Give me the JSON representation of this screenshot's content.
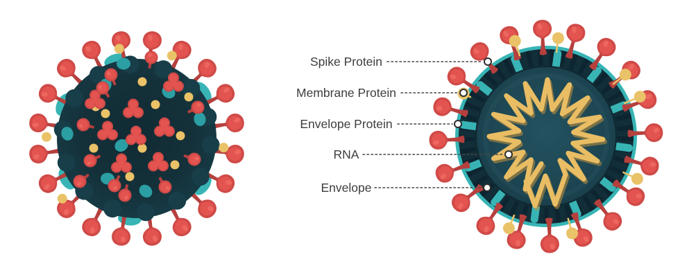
{
  "labels": [
    {
      "id": "spike-protein",
      "text": "Spike Protein"
    },
    {
      "id": "membrane-protein",
      "text": "Membrane Protein"
    },
    {
      "id": "envelope-protein",
      "text": "Envelope Protein"
    },
    {
      "id": "rna",
      "text": "RNA"
    },
    {
      "id": "envelope",
      "text": "Envelope"
    }
  ],
  "colors": {
    "background": "#ffffff",
    "virion_body": "#143039",
    "virion_body_center": "#102b34",
    "virion_body_edge": "#173e49",
    "cross_core": "#1e4753",
    "cross_core_center": "#245261",
    "cross_core_edge": "#163b47",
    "envelope_ring": "#122e38",
    "ring_tick": "#0c2530",
    "teal_accent": "#38b4b5",
    "teal_spot": "#2b9fa4",
    "spike_red": "#e35450",
    "spike_red_dark": "#b5403e",
    "spike_red_deep": "#cf4a47",
    "spike_red_highlight": "#ee6b61",
    "membrane_gold": "#eac268",
    "rna_gold": "#e9bd64",
    "rna_gold_shadow": "#b98d3e",
    "label_text": "#3d3d3d",
    "callout_line": "#474747",
    "marker_fill": "#ffffff",
    "marker_stroke": "#2e2e2e"
  }
}
